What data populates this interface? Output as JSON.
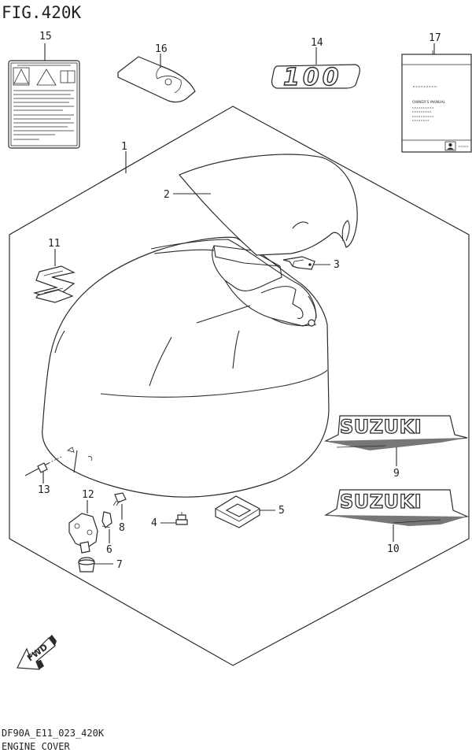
{
  "figure": {
    "title": "FIG.420K",
    "code": "DF90A_E11_023_420K",
    "caption": "ENGINE COVER"
  },
  "callouts": {
    "c1": "1",
    "c2": "2",
    "c3": "3",
    "c4": "4",
    "c5": "5",
    "c6": "6",
    "c7": "7",
    "c8": "8",
    "c9": "9",
    "c10": "10",
    "c11": "11",
    "c12": "12",
    "c13": "13",
    "c14": "14",
    "c15": "15",
    "c16": "16",
    "c17": "17"
  },
  "decals": {
    "model_number": "100",
    "brand_upper": "SUZUKI",
    "brand_lower": "SUZUKI",
    "manual_label": "OWNER'S MANUAL"
  },
  "direction_arrow": {
    "label": "FWD"
  },
  "icons": [
    "warning-label-icon",
    "fwd-arrow-icon",
    "suzuki-s-emblem-icon"
  ],
  "colors": {
    "line": "#2b2b2b",
    "background": "#ffffff",
    "decal_shade": "#777777"
  }
}
